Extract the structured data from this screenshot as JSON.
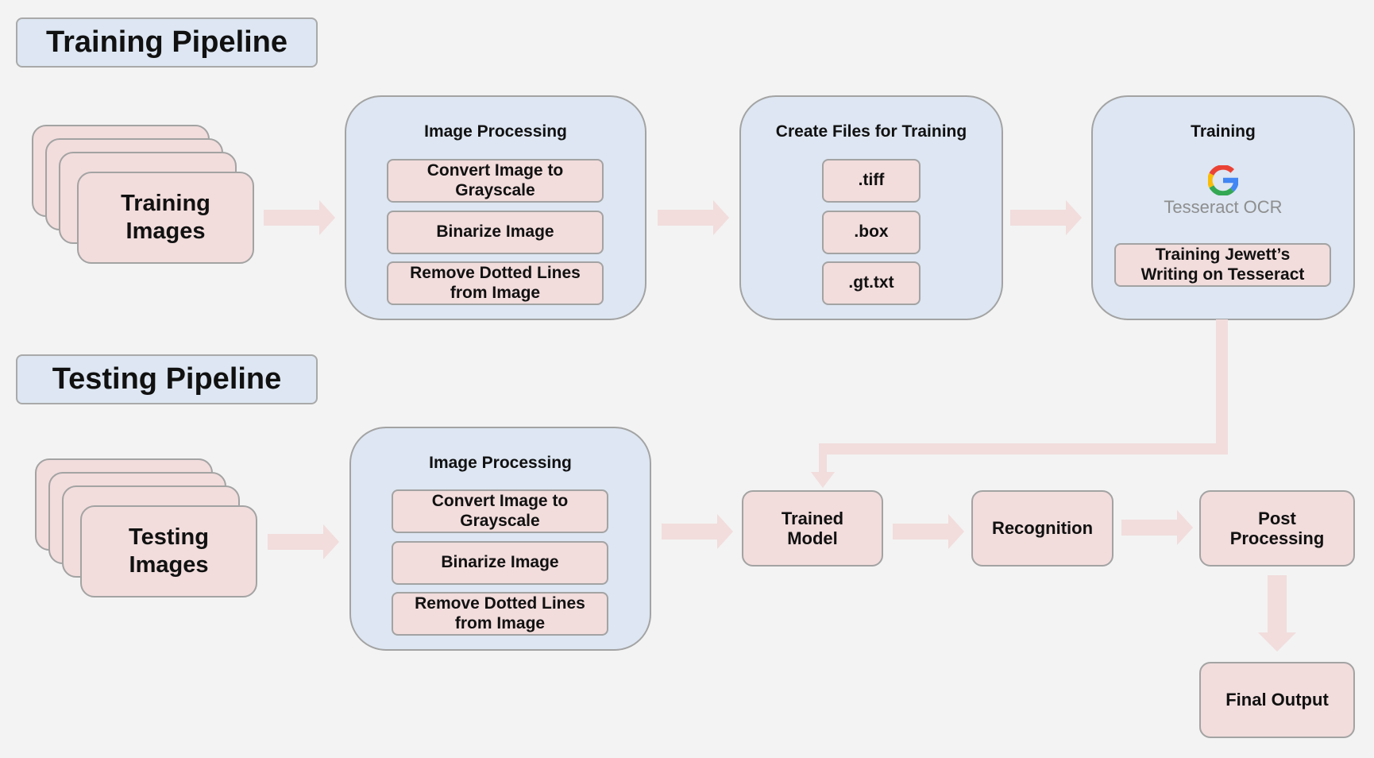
{
  "training": {
    "header": "Training Pipeline",
    "input_card": "Training Images",
    "image_processing": {
      "title": "Image Processing",
      "steps": [
        "Convert Image to Grayscale",
        "Binarize Image",
        "Remove Dotted Lines from Image"
      ]
    },
    "create_files": {
      "title": "Create Files for Training",
      "files": [
        ".tiff",
        ".box",
        ".gt.txt"
      ]
    },
    "training_panel": {
      "title": "Training",
      "logo_text": "Tesseract OCR",
      "step": "Training Jewett’s Writing on Tesseract"
    }
  },
  "testing": {
    "header": "Testing Pipeline",
    "input_card": "Testing Images",
    "image_processing": {
      "title": "Image Processing",
      "steps": [
        "Convert Image to Grayscale",
        "Binarize Image",
        "Remove Dotted Lines from Image"
      ]
    },
    "nodes": {
      "trained_model": "Trained Model",
      "recognition": "Recognition",
      "post_processing": "Post Processing",
      "final_output": "Final Output"
    }
  },
  "colors": {
    "background": "#f3f3f3",
    "panel_blue": "#dde6f2",
    "box_pink": "#f2dcdc",
    "arrow_pink": "#f2dcdc",
    "border_gray": "#a3a3a3"
  },
  "icons": [
    "google-g-icon"
  ]
}
